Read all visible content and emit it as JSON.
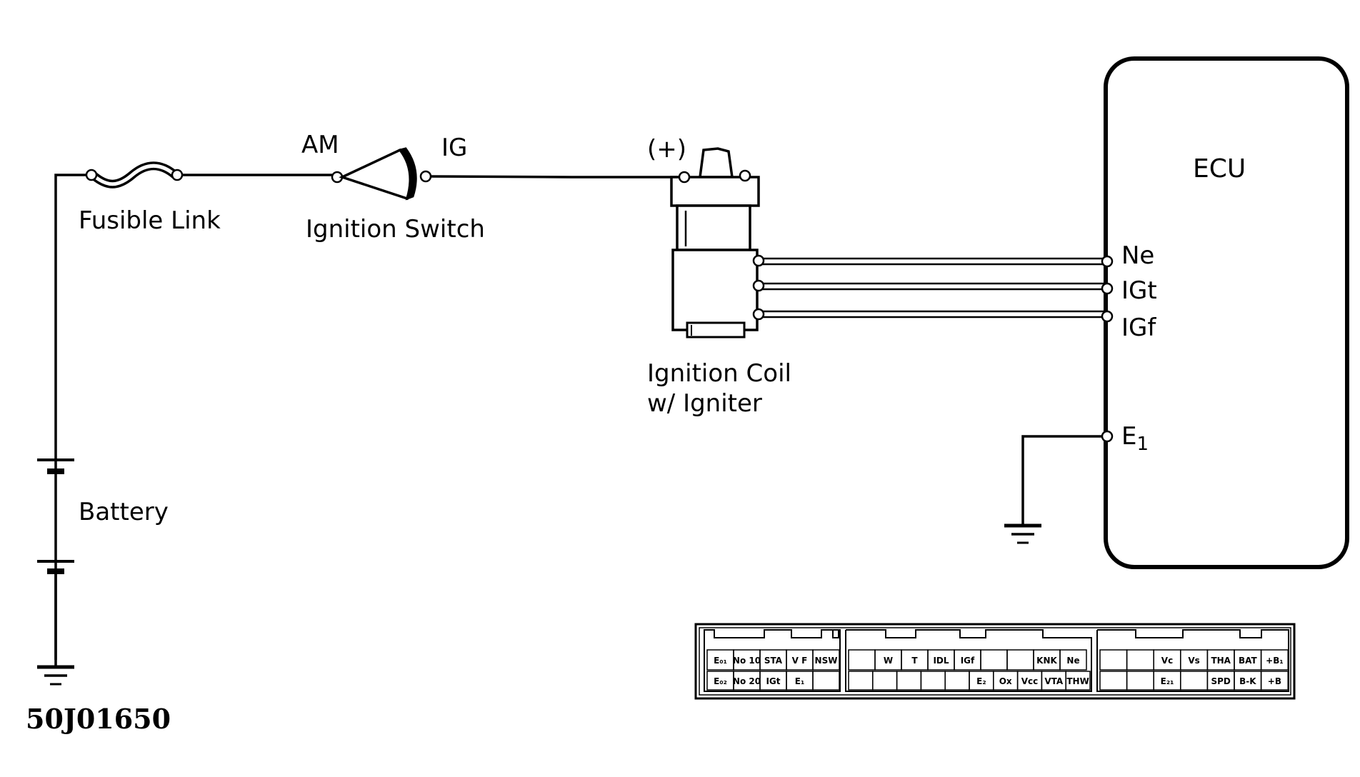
{
  "labels": {
    "fusible_link": "Fusible Link",
    "am": "AM",
    "ig": "IG",
    "ignition_switch": "Ignition Switch",
    "plus": "(+)",
    "coil_line1": "Ignition Coil",
    "coil_line2": "w/ Igniter",
    "battery": "Battery",
    "ecu": "ECU",
    "ne": "Ne",
    "igt": "IGt",
    "igf": "IGf",
    "e1_main": "E",
    "e1_sub": "1",
    "diagram_code": "50J01650"
  },
  "connector": {
    "left_top": [
      "E₀₁",
      "No 10",
      "STA",
      "V F",
      "NSW"
    ],
    "left_bottom": [
      "E₀₂",
      "No 20",
      "IGt",
      "E₁",
      ""
    ],
    "mid_top": [
      "",
      "W",
      "T",
      "IDL",
      "IGf",
      "",
      "",
      "KNK",
      "Ne"
    ],
    "mid_bottom": [
      "",
      "",
      "",
      "",
      "",
      "E₂",
      "Ox",
      "Vcc",
      "VTA",
      "THW"
    ],
    "right_top": [
      "",
      "",
      "Vc",
      "Vs",
      "THA",
      "BAT",
      "+B₁"
    ],
    "right_bottom": [
      "",
      "",
      "E₂₁",
      "",
      "SPD",
      "B-K",
      "+B"
    ]
  }
}
